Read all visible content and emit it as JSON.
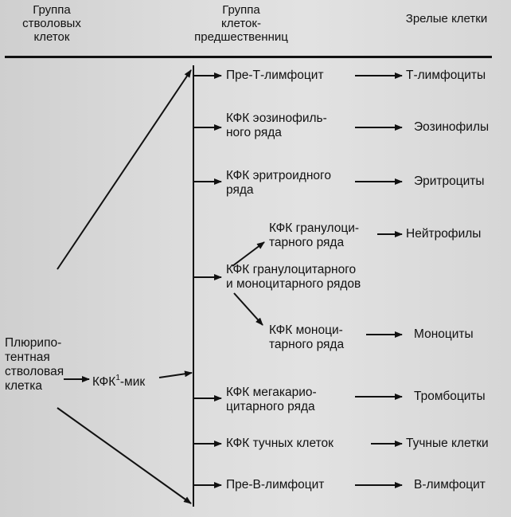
{
  "header": {
    "col1": "Группа\nстволовых\nклеток",
    "col2": "Группа\nклеток-\nпредшественниц",
    "col3": "Зрелые клетки"
  },
  "stem": {
    "label": "Плюрипо-\nтентная\nстволовая\nклетка"
  },
  "cfu_mix": {
    "label": "КФК",
    "superscript": "1",
    "suffix": "-мик"
  },
  "progenitors": [
    {
      "id": "pre-t",
      "label": "Пре-Т-лимфоцит"
    },
    {
      "id": "eos",
      "label": "КФК эозинофиль-\nного ряда"
    },
    {
      "id": "ery",
      "label": "КФК эритроидного\nряда"
    },
    {
      "id": "gran",
      "label": "КФК гранулоци-\nтарного ряда"
    },
    {
      "id": "gm",
      "label": "КФК гранулоцитарного\nи моноцитарного рядов"
    },
    {
      "id": "mono",
      "label": "КФК моноци-\nтарного ряда"
    },
    {
      "id": "mega",
      "label": "КФК мегакарио-\nцитарного ряда"
    },
    {
      "id": "mast",
      "label": "КФК тучных клеток"
    },
    {
      "id": "pre-b",
      "label": "Пре-В-лимфоцит"
    }
  ],
  "mature": [
    {
      "id": "t",
      "label": "Т-лимфоциты"
    },
    {
      "id": "eos",
      "label": "Эозинофилы"
    },
    {
      "id": "ery",
      "label": "Эритроциты"
    },
    {
      "id": "neut",
      "label": "Нейтрофилы"
    },
    {
      "id": "mono",
      "label": "Моноциты"
    },
    {
      "id": "thr",
      "label": "Тромбоциты"
    },
    {
      "id": "mast",
      "label": "Тучные клетки"
    },
    {
      "id": "b",
      "label": "В-лимфоцит"
    }
  ]
}
